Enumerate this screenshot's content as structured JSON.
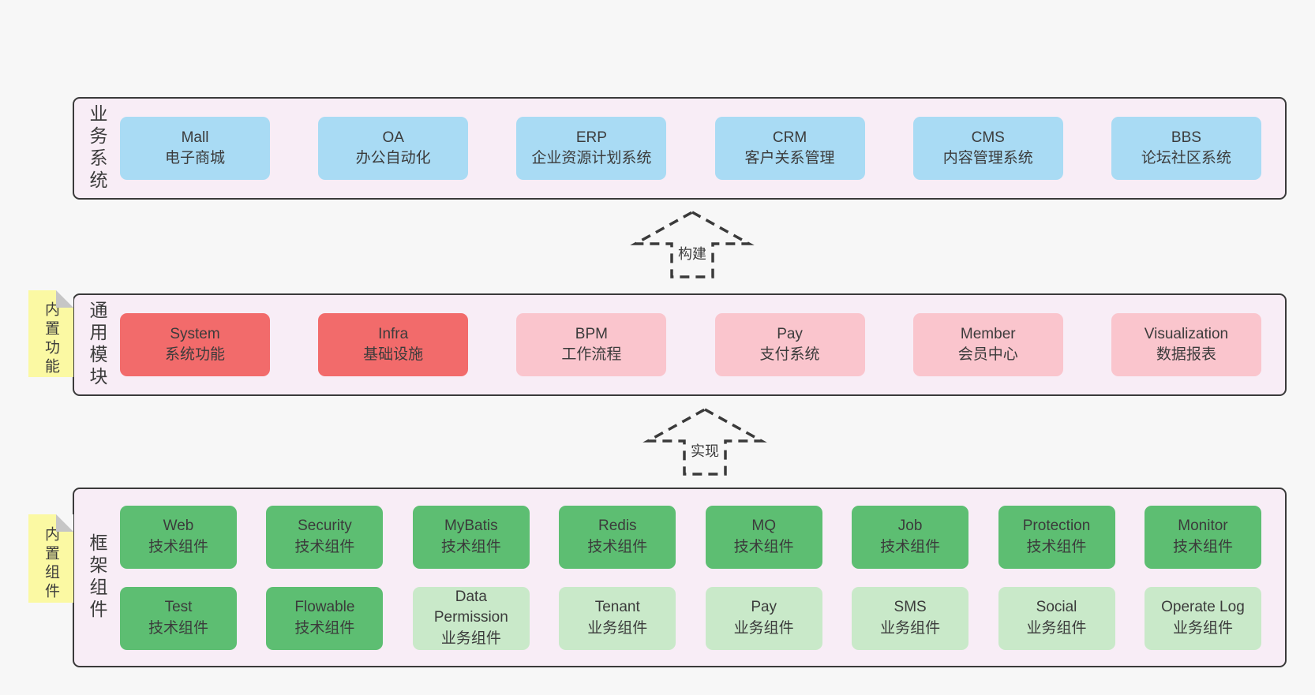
{
  "colors": {
    "page_bg": "#f7f7f7",
    "panel_bg": "#f8edf6",
    "panel_border": "#3a3a3a",
    "box_blue": "#a9dbf4",
    "box_red": "#f26b6b",
    "box_pink": "#fac5cd",
    "box_green": "#5dbe72",
    "box_green_light": "#c9e9c9",
    "sticky_yellow": "#fbf9a3",
    "sticky_fold": "#c6c6c6",
    "text": "#3b3b3b"
  },
  "arrows": [
    {
      "label": "构建"
    },
    {
      "label": "实现"
    }
  ],
  "layers": [
    {
      "label": "业务系统",
      "boxes": [
        {
          "title": "Mall",
          "subtitle": "电子商城",
          "variant": "blue"
        },
        {
          "title": "OA",
          "subtitle": "办公自动化",
          "variant": "blue"
        },
        {
          "title": "ERP",
          "subtitle": "企业资源计划系统",
          "variant": "blue"
        },
        {
          "title": "CRM",
          "subtitle": "客户关系管理",
          "variant": "blue"
        },
        {
          "title": "CMS",
          "subtitle": "内容管理系统",
          "variant": "blue"
        },
        {
          "title": "BBS",
          "subtitle": "论坛社区系统",
          "variant": "blue"
        }
      ]
    },
    {
      "label": "通用模块",
      "tag": "内置功能",
      "boxes": [
        {
          "title": "System",
          "subtitle": "系统功能",
          "variant": "red"
        },
        {
          "title": "Infra",
          "subtitle": "基础设施",
          "variant": "red"
        },
        {
          "title": "BPM",
          "subtitle": "工作流程",
          "variant": "pink"
        },
        {
          "title": "Pay",
          "subtitle": "支付系统",
          "variant": "pink"
        },
        {
          "title": "Member",
          "subtitle": "会员中心",
          "variant": "pink"
        },
        {
          "title": "Visualization",
          "subtitle": "数据报表",
          "variant": "pink"
        }
      ]
    },
    {
      "label": "框架组件",
      "tag": "内置组件",
      "rows": [
        [
          {
            "title": "Web",
            "subtitle": "技术组件",
            "variant": "green"
          },
          {
            "title": "Security",
            "subtitle": "技术组件",
            "variant": "green"
          },
          {
            "title": "MyBatis",
            "subtitle": "技术组件",
            "variant": "green"
          },
          {
            "title": "Redis",
            "subtitle": "技术组件",
            "variant": "green"
          },
          {
            "title": "MQ",
            "subtitle": "技术组件",
            "variant": "green"
          },
          {
            "title": "Job",
            "subtitle": "技术组件",
            "variant": "green"
          },
          {
            "title": "Protection",
            "subtitle": "技术组件",
            "variant": "green"
          },
          {
            "title": "Monitor",
            "subtitle": "技术组件",
            "variant": "green"
          }
        ],
        [
          {
            "title": "Test",
            "subtitle": "技术组件",
            "variant": "green"
          },
          {
            "title": "Flowable",
            "subtitle": "技术组件",
            "variant": "green"
          },
          {
            "title": "Data Permission",
            "subtitle": "业务组件",
            "variant": "green-light"
          },
          {
            "title": "Tenant",
            "subtitle": "业务组件",
            "variant": "green-light"
          },
          {
            "title": "Pay",
            "subtitle": "业务组件",
            "variant": "green-light"
          },
          {
            "title": "SMS",
            "subtitle": "业务组件",
            "variant": "green-light"
          },
          {
            "title": "Social",
            "subtitle": "业务组件",
            "variant": "green-light"
          },
          {
            "title": "Operate Log",
            "subtitle": "业务组件",
            "variant": "green-light"
          }
        ]
      ]
    }
  ]
}
